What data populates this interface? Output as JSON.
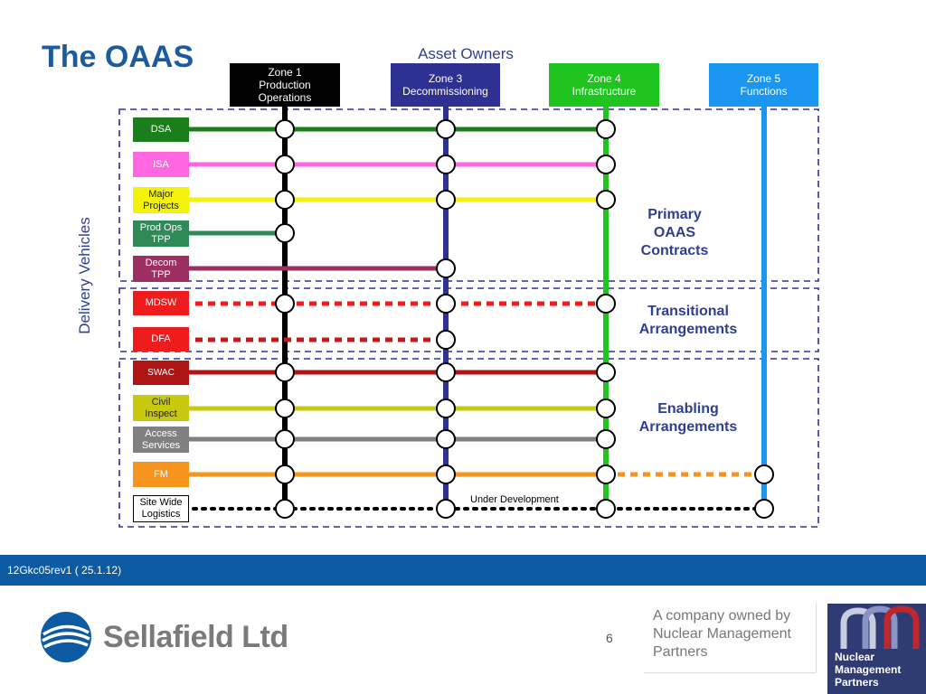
{
  "title": "The OAAS",
  "asset_owners_label": "Asset Owners",
  "side_label": "Delivery Vehicles",
  "zones": [
    {
      "label": "Zone 1\nProduction\nOperations",
      "color": "#000000"
    },
    {
      "label": "Zone 3\nDecommissioning",
      "color": "#2e3192"
    },
    {
      "label": "Zone 4\nInfrastructure",
      "color": "#1fc41f"
    },
    {
      "label": "Zone 5\nFunctions",
      "color": "#1a95f0"
    }
  ],
  "vehicles": [
    {
      "label": "DSA",
      "color": "#1a7f1a"
    },
    {
      "label": "ISA",
      "color": "#ff66e0"
    },
    {
      "label": "Major\nProjects",
      "color": "#f2f20a"
    },
    {
      "label": "Prod Ops\nTPP",
      "color": "#2e8b57"
    },
    {
      "label": "Decom\nTPP",
      "color": "#9e2f62"
    },
    {
      "label": "MDSW",
      "color": "#ee1c1c"
    },
    {
      "label": "DFA",
      "color": "#ee1c1c"
    },
    {
      "label": "SWAC",
      "color": "#b01515"
    },
    {
      "label": "Civil\nInspect",
      "color": "#c8c80f"
    },
    {
      "label": "Access\nServices",
      "color": "#808080"
    },
    {
      "label": "FM",
      "color": "#f7941d"
    },
    {
      "label": "Site Wide\nLogistics",
      "color": "#ffffff"
    }
  ],
  "groups": {
    "primary": "Primary\nOAAS\nContracts",
    "transitional": "Transitional\nArrangements",
    "enabling": "Enabling\nArrangements"
  },
  "under_development": "Under Development",
  "footer_ref": "12Gkc05rev1 ( 25.1.12)",
  "company_name": "Sellafield Ltd",
  "page_number": "6",
  "owned_by": "A company owned by\nNuclear Management\nPartners",
  "nmp_name": "Nuclear\nManagement\nPartners"
}
